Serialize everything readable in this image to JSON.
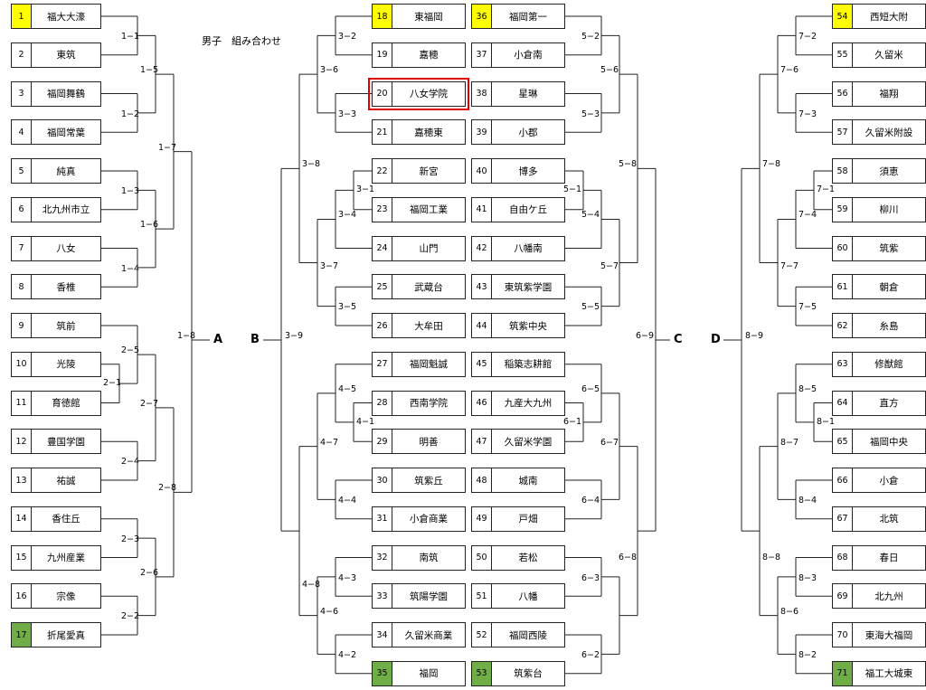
{
  "title": "男子　組み合わせ",
  "blocks": [
    "A",
    "B",
    "C",
    "D"
  ],
  "final_labels": {
    "A": "1−8",
    "B": "3−9",
    "C": "6−9",
    "D": "8−9"
  },
  "teams": [
    {
      "no": "1",
      "name": "福大大濠",
      "seed": "yellow"
    },
    {
      "no": "2",
      "name": "東筑",
      "seed": ""
    },
    {
      "no": "3",
      "name": "福岡舞鶴",
      "seed": ""
    },
    {
      "no": "4",
      "name": "福岡常葉",
      "seed": ""
    },
    {
      "no": "5",
      "name": "純真",
      "seed": ""
    },
    {
      "no": "6",
      "name": "北九州市立",
      "seed": ""
    },
    {
      "no": "7",
      "name": "八女",
      "seed": ""
    },
    {
      "no": "8",
      "name": "香椎",
      "seed": ""
    },
    {
      "no": "9",
      "name": "筑前",
      "seed": ""
    },
    {
      "no": "10",
      "name": "光陵",
      "seed": ""
    },
    {
      "no": "11",
      "name": "育徳館",
      "seed": ""
    },
    {
      "no": "12",
      "name": "豊国学園",
      "seed": ""
    },
    {
      "no": "13",
      "name": "祐誠",
      "seed": ""
    },
    {
      "no": "14",
      "name": "香住丘",
      "seed": ""
    },
    {
      "no": "15",
      "name": "九州産業",
      "seed": ""
    },
    {
      "no": "16",
      "name": "宗像",
      "seed": ""
    },
    {
      "no": "17",
      "name": "折尾愛真",
      "seed": "green"
    },
    {
      "no": "18",
      "name": "東福岡",
      "seed": "yellow"
    },
    {
      "no": "19",
      "name": "嘉穂",
      "seed": ""
    },
    {
      "no": "20",
      "name": "八女学院",
      "seed": "",
      "highlight": true
    },
    {
      "no": "21",
      "name": "嘉穂東",
      "seed": ""
    },
    {
      "no": "22",
      "name": "新宮",
      "seed": ""
    },
    {
      "no": "23",
      "name": "福岡工業",
      "seed": ""
    },
    {
      "no": "24",
      "name": "山門",
      "seed": ""
    },
    {
      "no": "25",
      "name": "武蔵台",
      "seed": ""
    },
    {
      "no": "26",
      "name": "大牟田",
      "seed": ""
    },
    {
      "no": "27",
      "name": "福岡魁誠",
      "seed": ""
    },
    {
      "no": "28",
      "name": "西南学院",
      "seed": ""
    },
    {
      "no": "29",
      "name": "明善",
      "seed": ""
    },
    {
      "no": "30",
      "name": "筑紫丘",
      "seed": ""
    },
    {
      "no": "31",
      "name": "小倉商業",
      "seed": ""
    },
    {
      "no": "32",
      "name": "南筑",
      "seed": ""
    },
    {
      "no": "33",
      "name": "筑陽学園",
      "seed": ""
    },
    {
      "no": "34",
      "name": "久留米商業",
      "seed": ""
    },
    {
      "no": "35",
      "name": "福岡",
      "seed": "green"
    },
    {
      "no": "36",
      "name": "福岡第一",
      "seed": "yellow"
    },
    {
      "no": "37",
      "name": "小倉南",
      "seed": ""
    },
    {
      "no": "38",
      "name": "星琳",
      "seed": ""
    },
    {
      "no": "39",
      "name": "小郡",
      "seed": ""
    },
    {
      "no": "40",
      "name": "博多",
      "seed": ""
    },
    {
      "no": "41",
      "name": "自由ケ丘",
      "seed": ""
    },
    {
      "no": "42",
      "name": "八幡南",
      "seed": ""
    },
    {
      "no": "43",
      "name": "東筑紫学園",
      "seed": ""
    },
    {
      "no": "44",
      "name": "筑紫中央",
      "seed": ""
    },
    {
      "no": "45",
      "name": "稲築志耕館",
      "seed": ""
    },
    {
      "no": "46",
      "name": "九産大九州",
      "seed": ""
    },
    {
      "no": "47",
      "name": "久留米学園",
      "seed": ""
    },
    {
      "no": "48",
      "name": "城南",
      "seed": ""
    },
    {
      "no": "49",
      "name": "戸畑",
      "seed": ""
    },
    {
      "no": "50",
      "name": "若松",
      "seed": ""
    },
    {
      "no": "51",
      "name": "八幡",
      "seed": ""
    },
    {
      "no": "52",
      "name": "福岡西陵",
      "seed": ""
    },
    {
      "no": "53",
      "name": "筑紫台",
      "seed": "green"
    },
    {
      "no": "54",
      "name": "西短大附",
      "seed": "yellow"
    },
    {
      "no": "55",
      "name": "久留米",
      "seed": ""
    },
    {
      "no": "56",
      "name": "福翔",
      "seed": ""
    },
    {
      "no": "57",
      "name": "久留米附設",
      "seed": ""
    },
    {
      "no": "58",
      "name": "須恵",
      "seed": ""
    },
    {
      "no": "59",
      "name": "柳川",
      "seed": ""
    },
    {
      "no": "60",
      "name": "筑紫",
      "seed": ""
    },
    {
      "no": "61",
      "name": "朝倉",
      "seed": ""
    },
    {
      "no": "62",
      "name": "糸島",
      "seed": ""
    },
    {
      "no": "63",
      "name": "修猷館",
      "seed": ""
    },
    {
      "no": "64",
      "name": "直方",
      "seed": ""
    },
    {
      "no": "65",
      "name": "福岡中央",
      "seed": ""
    },
    {
      "no": "66",
      "name": "小倉",
      "seed": ""
    },
    {
      "no": "67",
      "name": "北筑",
      "seed": ""
    },
    {
      "no": "68",
      "name": "春日",
      "seed": ""
    },
    {
      "no": "69",
      "name": "北九州",
      "seed": ""
    },
    {
      "no": "70",
      "name": "東海大福岡",
      "seed": ""
    },
    {
      "no": "71",
      "name": "福工大城東",
      "seed": "green"
    }
  ],
  "matches": {
    "A": [
      "1−1",
      "1−2",
      "1−3",
      "1−4",
      "2−1",
      "2−3",
      "2−2",
      "1−5",
      "1−6",
      "2−4",
      "2−5",
      "2−6",
      "1−7",
      "2−7",
      "2−8"
    ],
    "B": [
      "3−2",
      "3−3",
      "3−1",
      "3−5",
      "4−1",
      "4−2",
      "4−3",
      "3−6",
      "3−4",
      "4−5",
      "4−4",
      "4−6",
      "3−8",
      "3−7",
      "4−7",
      "4−8"
    ],
    "C": [
      "5−2",
      "5−3",
      "5−1",
      "5−5",
      "6−1",
      "6−2",
      "6−3",
      "5−6",
      "5−4",
      "6−5",
      "6−4",
      "5−8",
      "5−7",
      "6−7",
      "6−8"
    ],
    "D": [
      "7−2",
      "7−3",
      "7−1",
      "8−1",
      "8−2",
      "7−6",
      "7−4",
      "7−5",
      "8−5",
      "8−4",
      "8−3",
      "7−8",
      "7−7",
      "8−7",
      "8−8",
      "8−6"
    ]
  }
}
